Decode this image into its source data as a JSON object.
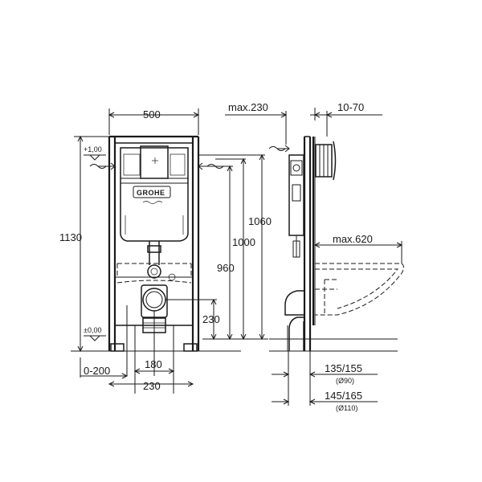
{
  "brand": {
    "logo_text": "GROHE"
  },
  "front_view": {
    "width_label": "500",
    "overall_height_label": "1130",
    "height_1060_label": "1060",
    "height_1000_label": "1000",
    "height_960_label": "960",
    "height_230_label": "230",
    "level_top_label": "+1,00",
    "level_zero_label": "±0,00",
    "offset_label": "0-200",
    "spacing_180_label": "180",
    "spacing_230_label": "230"
  },
  "side_view": {
    "max_230_label": "max.230",
    "range_10_70_label": "10-70",
    "max_620_label": "max.620",
    "dim_135_155_label": "135/155",
    "dim_135_155_sub": "(Ø90)",
    "dim_145_165_label": "145/165",
    "dim_145_165_sub": "(Ø110)"
  }
}
